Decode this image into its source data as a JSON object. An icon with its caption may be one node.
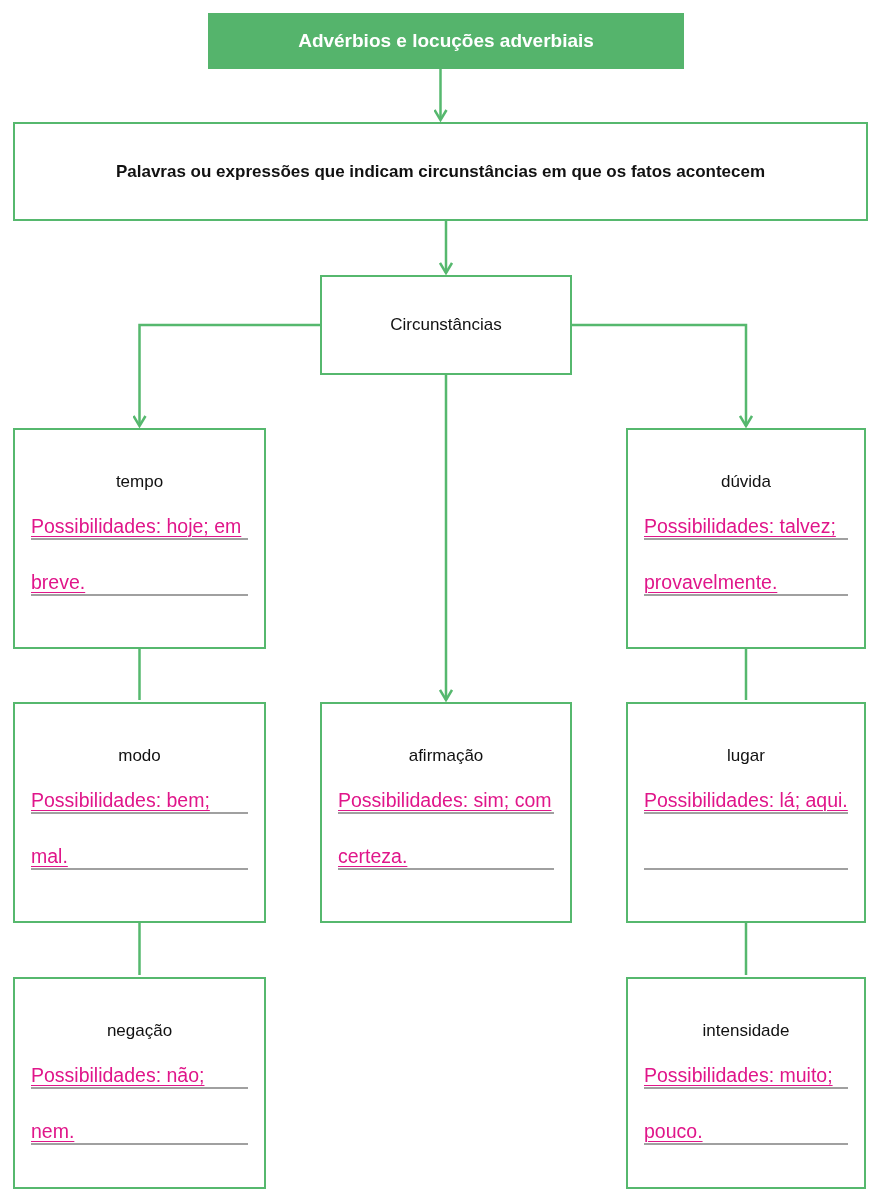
{
  "diagram": {
    "nodes": [
      {
        "text": [
          "Advérbios e locuções adverbiais"
        ]
      },
      {
        "text": [
          "Palavras ou expressões que indicam circunstâncias em que os fatos acontecem"
        ]
      },
      {
        "text": [
          "Circunstâncias"
        ]
      },
      {
        "text": [
          "tempo",
          "Possibilidades: hoje; em breve."
        ]
      },
      {
        "text": [
          "dúvida",
          "Possibilidades: talvez; provavelmente."
        ]
      },
      {
        "text": [
          "modo",
          "Possibilidades: bem; mal."
        ]
      },
      {
        "text": [
          "afirmação",
          "Possibilidades: sim; com certeza."
        ]
      },
      {
        "text": [
          "lugar",
          "Possibilidades: lá; aqui."
        ]
      },
      {
        "text": [
          "negação",
          "Possibilidades: não; nem."
        ]
      },
      {
        "text": [
          "intensidade",
          "Possibilidades: muito; pouco."
        ]
      }
    ],
    "edges": [
      {
        "from": 0,
        "to": 1,
        "arrow": "to"
      },
      {
        "from": 1,
        "to": 2,
        "arrow": "to"
      },
      {
        "from": 2,
        "to": 3,
        "arrow": "to"
      },
      {
        "from": 2,
        "to": 4,
        "arrow": "to"
      },
      {
        "from": 2,
        "to": 6,
        "arrow": "to"
      },
      {
        "from": 3,
        "to": 5,
        "arrow": "none"
      },
      {
        "from": 5,
        "to": 8,
        "arrow": "none"
      },
      {
        "from": 4,
        "to": 7,
        "arrow": "none"
      },
      {
        "from": 7,
        "to": 9,
        "arrow": "none"
      }
    ]
  }
}
